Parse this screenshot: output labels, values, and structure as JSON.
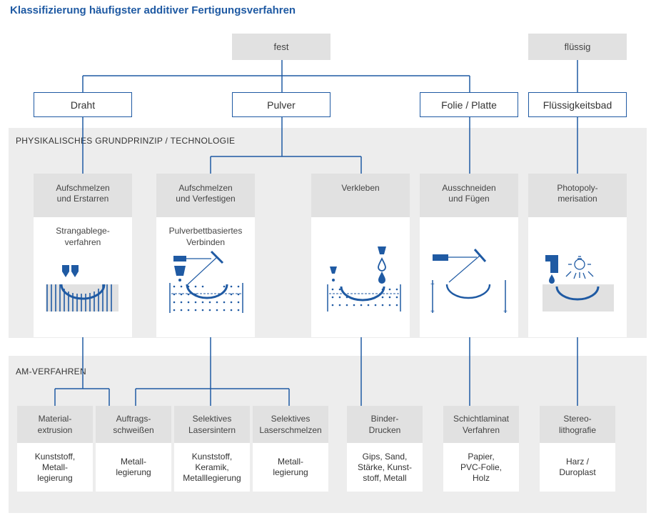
{
  "title": "Klassifizierung häufigster additiver Fertigungsverfahren",
  "states": {
    "solid": "fest",
    "liquid": "flüssig"
  },
  "categories": [
    "Draht",
    "Pulver",
    "Folie / Platte",
    "Flüssigkeitsbad"
  ],
  "section_principle": "PHYSIKALISCHES GRUNDPRINZIP / TECHNOLOGIE",
  "principles": [
    {
      "head": "Aufschmelzen\nund Erstarren",
      "body": "Strangablege-\nverfahren",
      "icon": "extrusion-nozzle-icon"
    },
    {
      "head": "Aufschmelzen\nund Verfestigen",
      "body": "Pulverbettbasiertes\nVerbinden",
      "icon": "laser-powder-bed-icon"
    },
    {
      "head": "Verkleben",
      "body": "",
      "icon": "binder-jetting-icon"
    },
    {
      "head": "Ausschneiden\nund Fügen",
      "body": "",
      "icon": "laser-cutting-sheet-icon"
    },
    {
      "head": "Photopoly-\nmerisation",
      "body": "",
      "icon": "uv-lamp-resin-icon"
    }
  ],
  "section_am": "AM-VERFAHREN",
  "am_processes": [
    {
      "name": "Material-\nextrusion",
      "materials": "Kunststoff,\nMetall-\nlegierung"
    },
    {
      "name": "Auftrags-\nschweißen",
      "materials": "Metall-\nlegierung"
    },
    {
      "name": "Selektives\nLasersintern",
      "materials": "Kunststoff,\nKeramik,\nMetalllegierung"
    },
    {
      "name": "Selektives\nLaserschmelzen",
      "materials": "Metall-\nlegierung"
    },
    {
      "name": "Binder-\nDrucken",
      "materials": "Gips, Sand,\nStärke, Kunst-\nstoff, Metall"
    },
    {
      "name": "Schichtlaminat\nVerfahren",
      "materials": "Papier,\nPVC-Folie,\nHolz"
    },
    {
      "name": "Stereo-\nlithografie",
      "materials": "Harz /\nDuroplast"
    }
  ],
  "colors": {
    "accent": "#1f5aa3",
    "band": "#ededed",
    "box": "#e1e1e1"
  }
}
